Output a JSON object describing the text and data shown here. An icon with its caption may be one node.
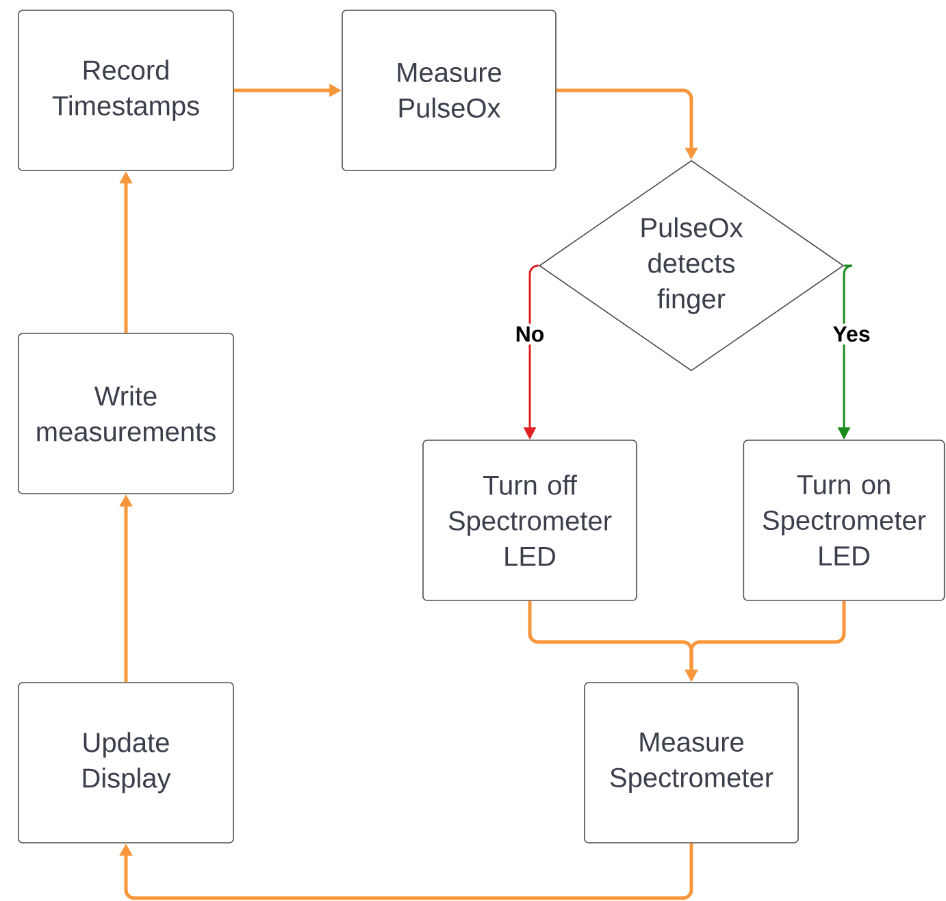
{
  "diagram": {
    "nodes": [
      {
        "text": [
          "Record Timestamps"
        ]
      },
      {
        "text": [
          "Measure PulseOx"
        ]
      },
      {
        "text": [
          "PulseOx detects finger"
        ]
      },
      {
        "text": [
          "Turn off Spectrometer LED"
        ]
      },
      {
        "text": [
          "Turn on Spectrometer LED"
        ]
      },
      {
        "text": [
          "Measure Spectrometer"
        ]
      },
      {
        "text": [
          "Update Display"
        ]
      },
      {
        "text": [
          "Write measurements"
        ]
      }
    ],
    "edges": [
      {
        "from": 0,
        "to": 1,
        "arrow": "to"
      },
      {
        "from": 1,
        "to": 2,
        "arrow": "to"
      },
      {
        "from": 2,
        "to": 3,
        "arrow": "to",
        "label": "No",
        "color": "#e02020"
      },
      {
        "from": 2,
        "to": 4,
        "arrow": "to",
        "label": "Yes",
        "color": "#1a8a1a"
      },
      {
        "from": 3,
        "to": 5,
        "arrow": "to"
      },
      {
        "from": 4,
        "to": 5,
        "arrow": "to"
      },
      {
        "from": 5,
        "to": 6,
        "arrow": "to"
      },
      {
        "from": 6,
        "to": 7,
        "arrow": "to"
      },
      {
        "from": 7,
        "to": 0,
        "arrow": "to"
      }
    ]
  }
}
